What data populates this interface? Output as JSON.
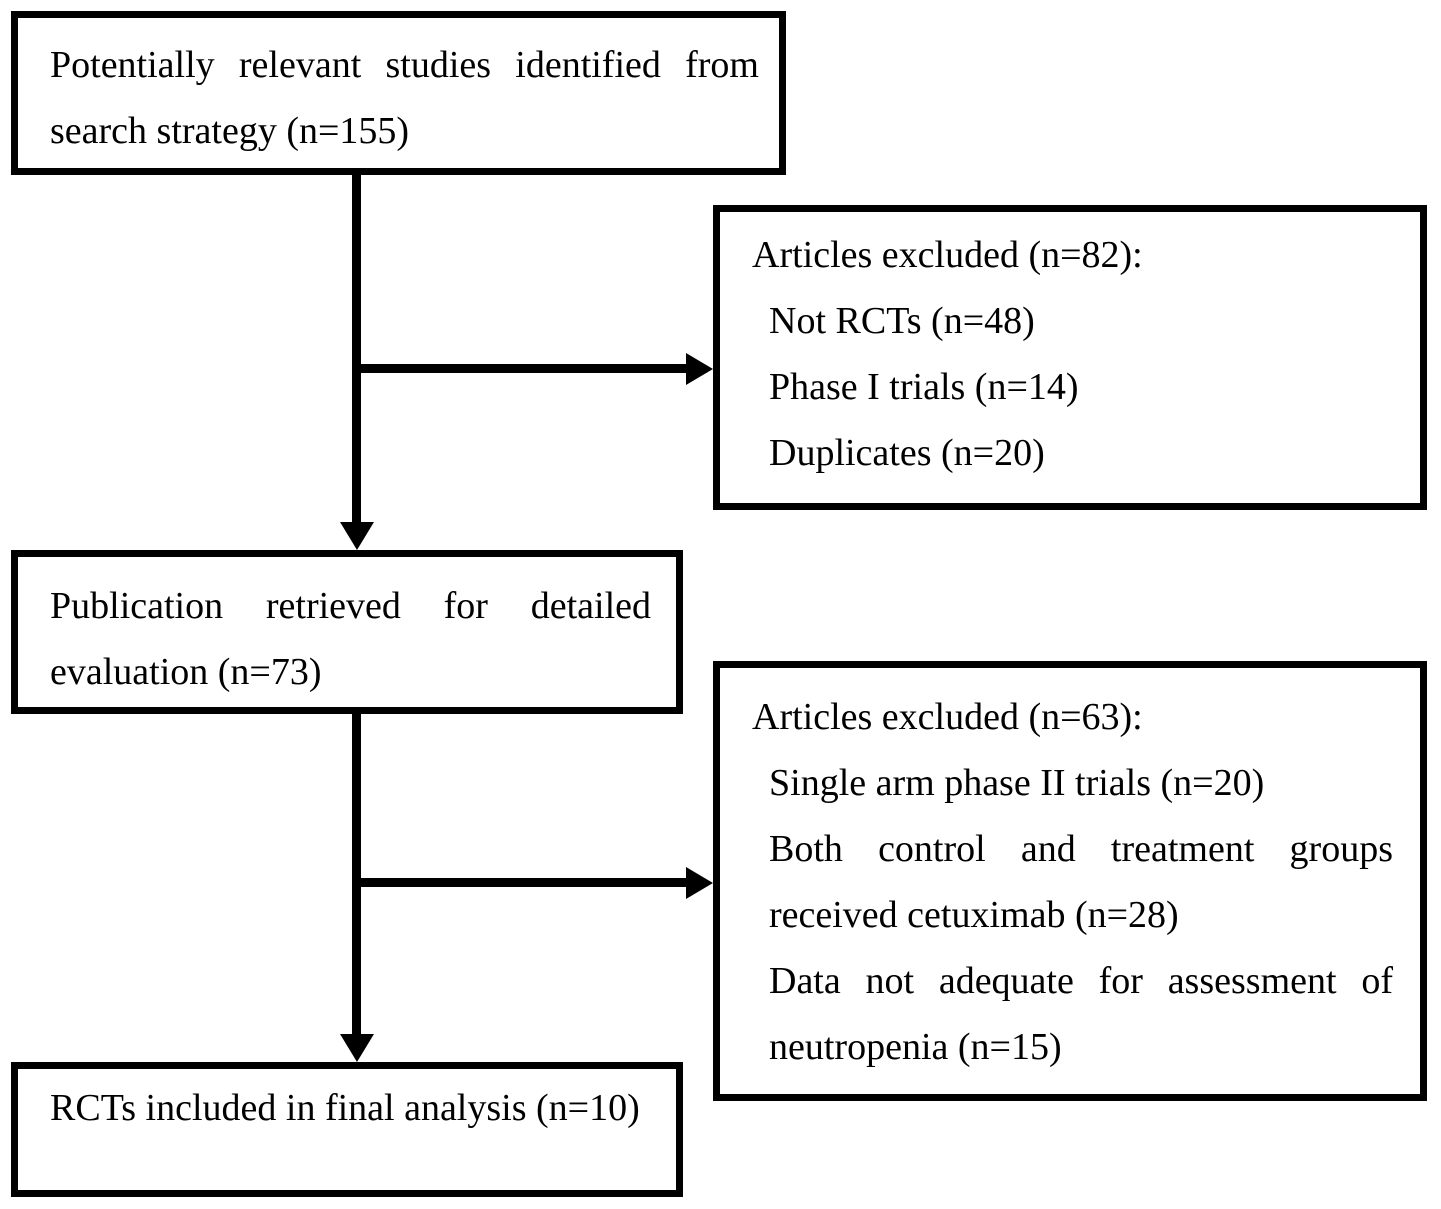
{
  "diagram": {
    "background_color": "#ffffff",
    "line_color": "#000000",
    "text_color": "#000000",
    "boxes": {
      "identified": {
        "lines": [
          "Potentially relevant studies identified from",
          "search strategy (n=155)"
        ]
      },
      "excluded_first": {
        "title": "Articles excluded (n=82):",
        "items": [
          "Not RCTs (n=48)",
          "Phase I trials (n=14)",
          "Duplicates (n=20)"
        ]
      },
      "retrieved": {
        "lines": [
          "Publication retrieved for detailed",
          "evaluation (n=73)"
        ]
      },
      "excluded_second": {
        "title": "Articles excluded (n=63):",
        "items": [
          {
            "lines": [
              "Single arm phase II trials (n=20)"
            ]
          },
          {
            "lines": [
              "Both control and treatment groups",
              "received cetuximab (n=28)"
            ]
          },
          {
            "lines": [
              "Data not adequate for assessment of",
              "neutropenia (n=15)"
            ]
          }
        ]
      },
      "final": {
        "lines": [
          "RCTs included in final analysis (n=10)"
        ]
      }
    }
  }
}
